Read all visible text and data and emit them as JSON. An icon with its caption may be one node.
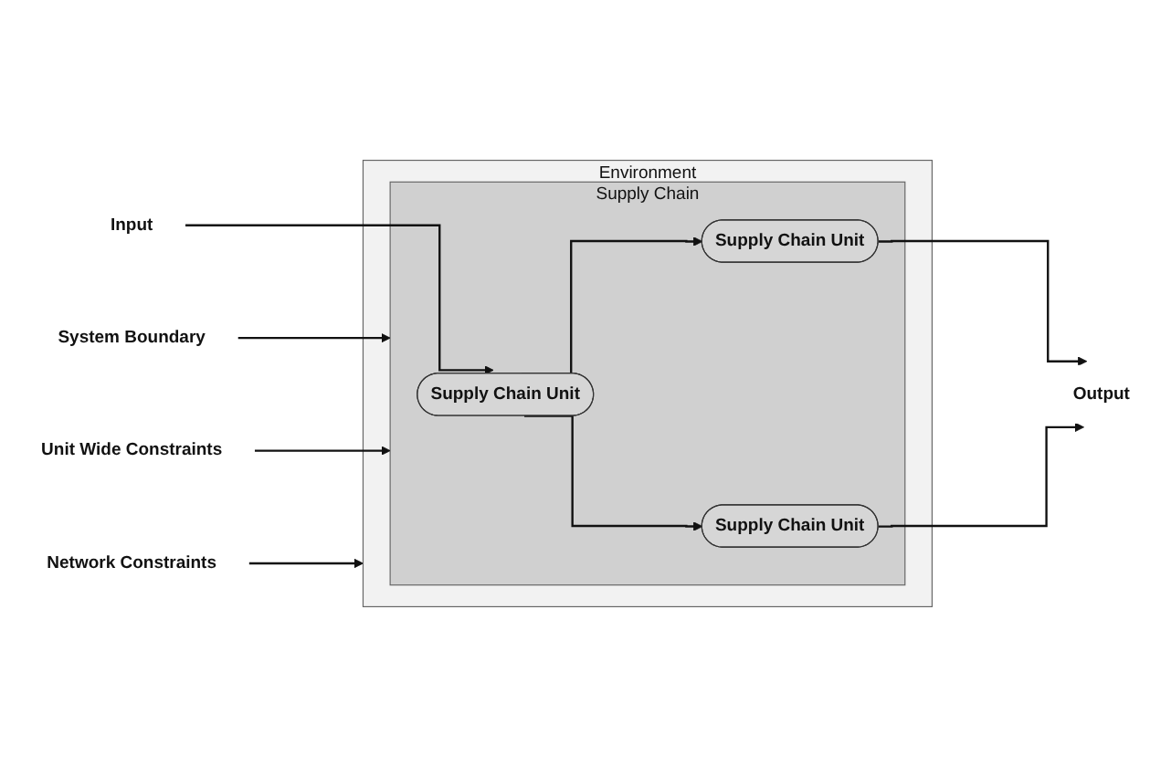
{
  "diagram": {
    "nodes": [
      {
        "text": [
          "Environment"
        ]
      },
      {
        "text": [
          "Supply Chain"
        ],
        "in": 0
      },
      {
        "text": [
          "Supply Chain Unit"
        ],
        "in": 1
      },
      {
        "text": [
          "Supply Chain Unit"
        ],
        "in": 1
      },
      {
        "text": [
          "Supply Chain Unit"
        ],
        "in": 1
      },
      {
        "text": [
          "Input"
        ]
      },
      {
        "text": [
          "Output"
        ]
      },
      {
        "text": [
          "System Boundary"
        ]
      },
      {
        "text": [
          "Unit Wide Constraints"
        ]
      },
      {
        "text": [
          "Network Constraints"
        ]
      }
    ],
    "edges": [
      {
        "from": 5,
        "to": 2,
        "arrow": "to"
      },
      {
        "from": 2,
        "to": 3,
        "arrow": "to"
      },
      {
        "from": 2,
        "to": 4,
        "arrow": "to"
      },
      {
        "from": 3,
        "to": 6,
        "arrow": "to"
      },
      {
        "from": 4,
        "to": 6,
        "arrow": "to"
      },
      {
        "from": 7,
        "to": 1,
        "arrow": "to"
      },
      {
        "from": 8,
        "to": 1,
        "arrow": "to"
      },
      {
        "from": 9,
        "to": 0,
        "arrow": "to"
      }
    ]
  }
}
